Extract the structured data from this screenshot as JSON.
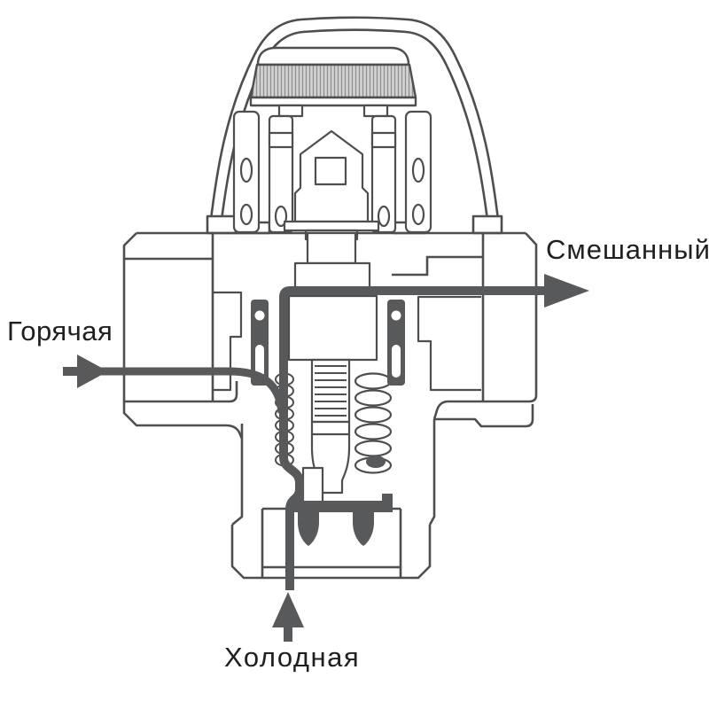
{
  "diagram": {
    "type": "technical-cross-section",
    "labels": {
      "hot": "Горячая",
      "mixed": "Смешанный",
      "cold": "Холодная"
    },
    "colors": {
      "outline": "#4d4e50",
      "flow_arrow": "#58595b",
      "knurl_fill": "#d6d6d6",
      "knurl_line": "#8f8f8f",
      "text": "#202020",
      "background": "#ffffff"
    },
    "flows": [
      {
        "name": "hot-inlet",
        "label": "Горячая",
        "direction": "right into left port"
      },
      {
        "name": "cold-inlet",
        "label": "Холодная",
        "direction": "up into bottom port"
      },
      {
        "name": "mixed-outlet",
        "label": "Смешанный",
        "direction": "right out of right port"
      }
    ],
    "parts": [
      "thermostat-head-cap",
      "knurled-adjustment-ring",
      "head-mechanism",
      "valve-body",
      "slotted-sleeve-left",
      "slotted-sleeve-right",
      "return-spring-left",
      "return-spring-right",
      "threaded-stem",
      "thermostatic-element",
      "bottom-tailpiece"
    ]
  }
}
